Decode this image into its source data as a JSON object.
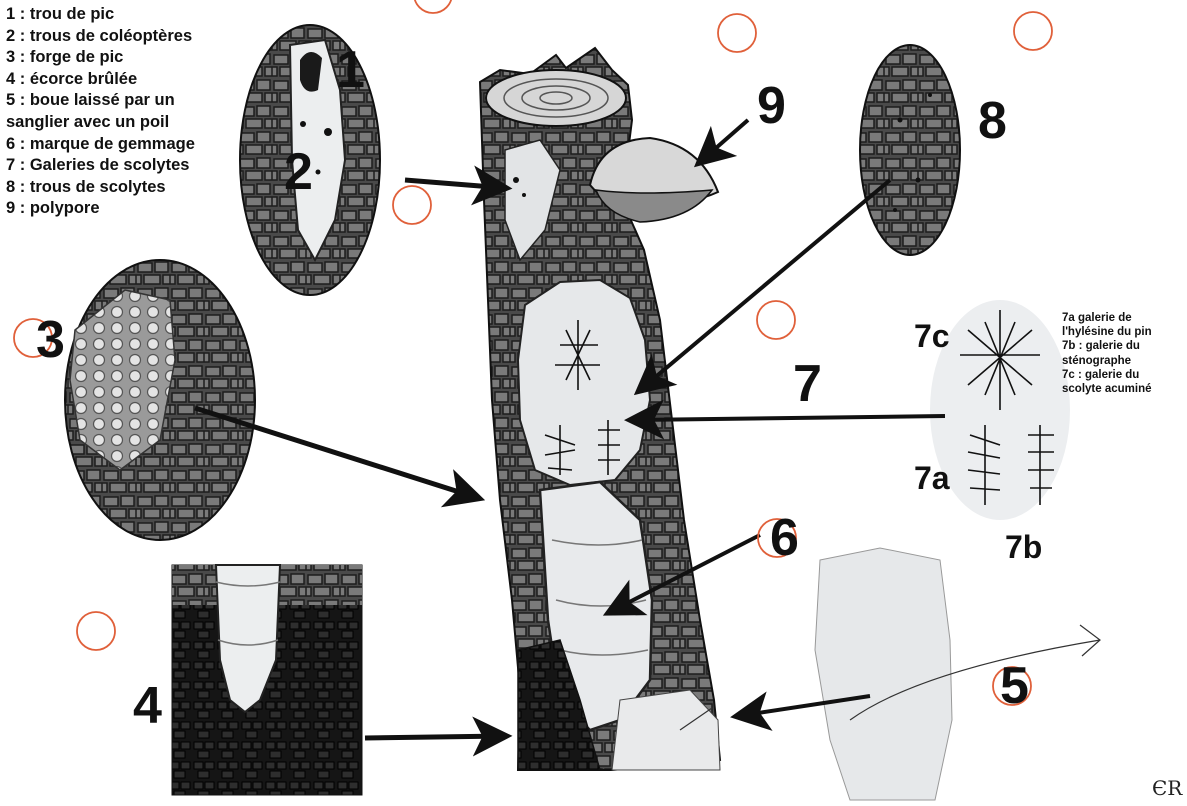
{
  "legend": {
    "items": [
      "1 : trou de pic",
      "2 : trous de coléoptères",
      "3 : forge de pic",
      "4 : écorce brûlée",
      "5 : boue laissé par un sanglier avec un poil",
      "6 : marque de gemmage",
      "7 : Galeries de scolytes",
      "8 : trous de scolytes",
      "9 : polypore"
    ]
  },
  "legend_7": {
    "items": [
      "7a galerie de",
      "l'hylésine du pin",
      "7b : galerie du",
      "sténographe",
      "7c : galerie du",
      "scolyte acuminé"
    ]
  },
  "labels": {
    "n1": "1",
    "n2": "2",
    "n3": "3",
    "n4": "4",
    "n5": "5",
    "n6": "6",
    "n7": "7",
    "n8": "8",
    "n9": "9",
    "n7a": "7a",
    "n7b": "7b",
    "n7c": "7c"
  },
  "signature": "ЄR",
  "colors": {
    "bark": "#3a3a3a",
    "bark_light": "#6e6e6e",
    "wood": "#e8eaec",
    "burnt": "#141414",
    "circle": "#e0603a",
    "ink": "#111111"
  }
}
